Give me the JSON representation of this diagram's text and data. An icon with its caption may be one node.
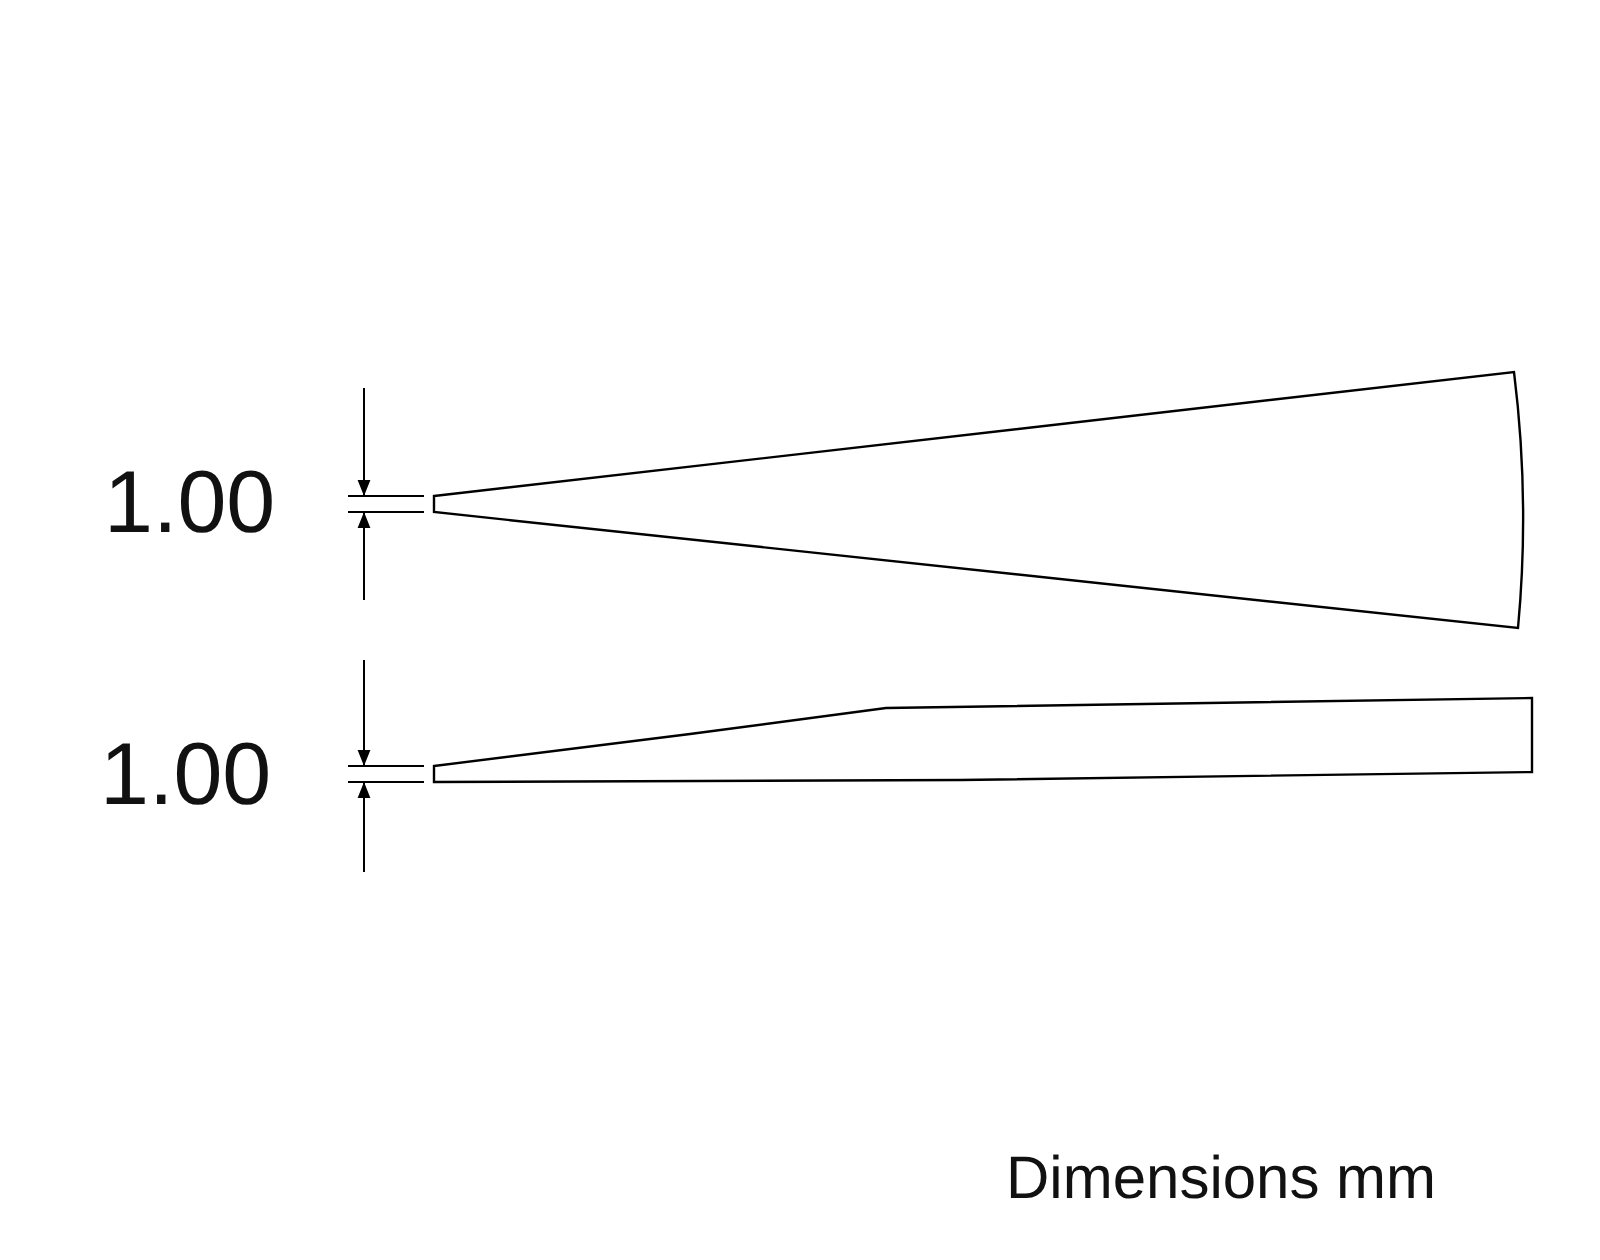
{
  "diagram": {
    "labels": [
      "1.00",
      "1.00",
      "Dimensions mm"
    ]
  }
}
